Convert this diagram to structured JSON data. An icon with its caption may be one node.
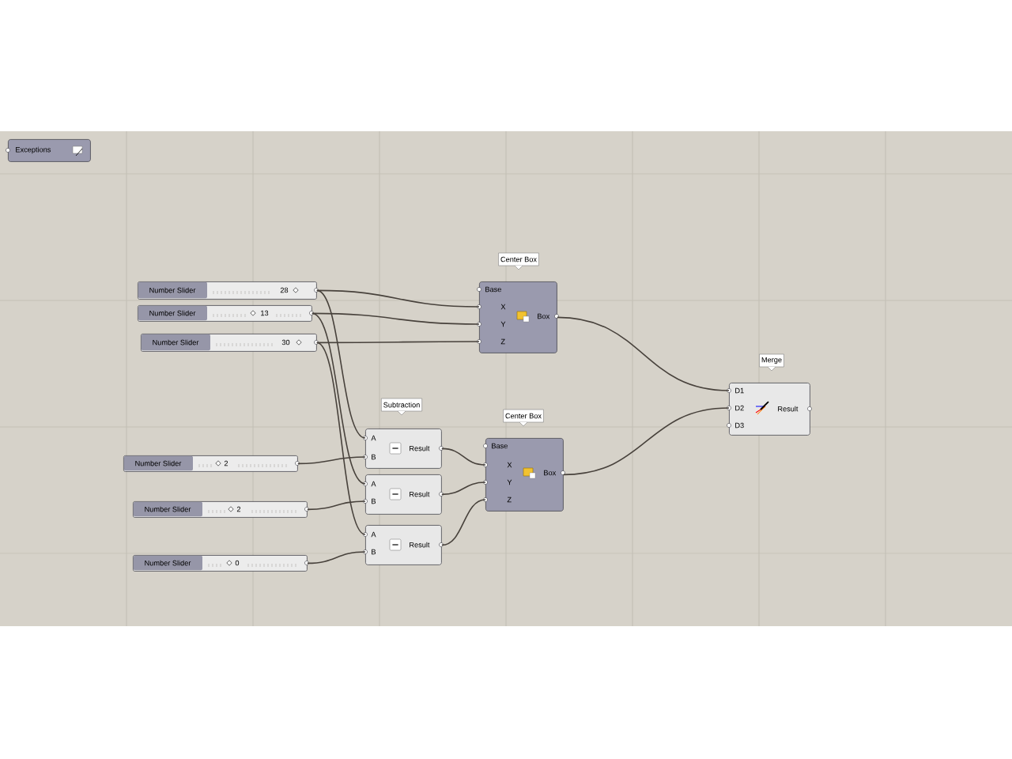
{
  "diagram": {
    "nodes": [
      {
        "text": [
          "Exceptions"
        ]
      },
      {
        "text": [
          "Number Slider",
          "28"
        ]
      },
      {
        "text": [
          "Number Slider",
          "13"
        ]
      },
      {
        "text": [
          "Number Slider",
          "30"
        ]
      },
      {
        "text": [
          "Center Box",
          "Base",
          "X",
          "Y",
          "Z",
          "Box"
        ]
      },
      {
        "text": [
          "Subtraction",
          "A",
          "B",
          "Result"
        ]
      },
      {
        "text": [
          "Number Slider",
          "2"
        ]
      },
      {
        "text": [
          "A",
          "B",
          "Result"
        ]
      },
      {
        "text": [
          "Center Box",
          "Base",
          "X",
          "Y",
          "Z",
          "Box"
        ]
      },
      {
        "text": [
          "Number Slider",
          "2"
        ]
      },
      {
        "text": [
          "A",
          "B",
          "Result"
        ]
      },
      {
        "text": [
          "Number Slider",
          "0"
        ]
      },
      {
        "text": [
          "Merge",
          "D1",
          "D2",
          "D3",
          "Result"
        ]
      }
    ],
    "edges": [
      {
        "from": 1,
        "to": 4,
        "arrow": "none"
      },
      {
        "from": 2,
        "to": 4,
        "arrow": "none"
      },
      {
        "from": 3,
        "to": 4,
        "arrow": "none"
      },
      {
        "from": 1,
        "to": 5,
        "arrow": "none"
      },
      {
        "from": 6,
        "to": 5,
        "arrow": "none"
      },
      {
        "from": 2,
        "to": 7,
        "arrow": "none"
      },
      {
        "from": 9,
        "to": 7,
        "arrow": "none"
      },
      {
        "from": 3,
        "to": 10,
        "arrow": "none"
      },
      {
        "from": 11,
        "to": 10,
        "arrow": "none"
      },
      {
        "from": 5,
        "to": 8,
        "arrow": "none"
      },
      {
        "from": 7,
        "to": 8,
        "arrow": "none"
      },
      {
        "from": 10,
        "to": 8,
        "arrow": "none"
      },
      {
        "from": 4,
        "to": 12,
        "arrow": "none"
      },
      {
        "from": 8,
        "to": 12,
        "arrow": "none"
      }
    ]
  }
}
